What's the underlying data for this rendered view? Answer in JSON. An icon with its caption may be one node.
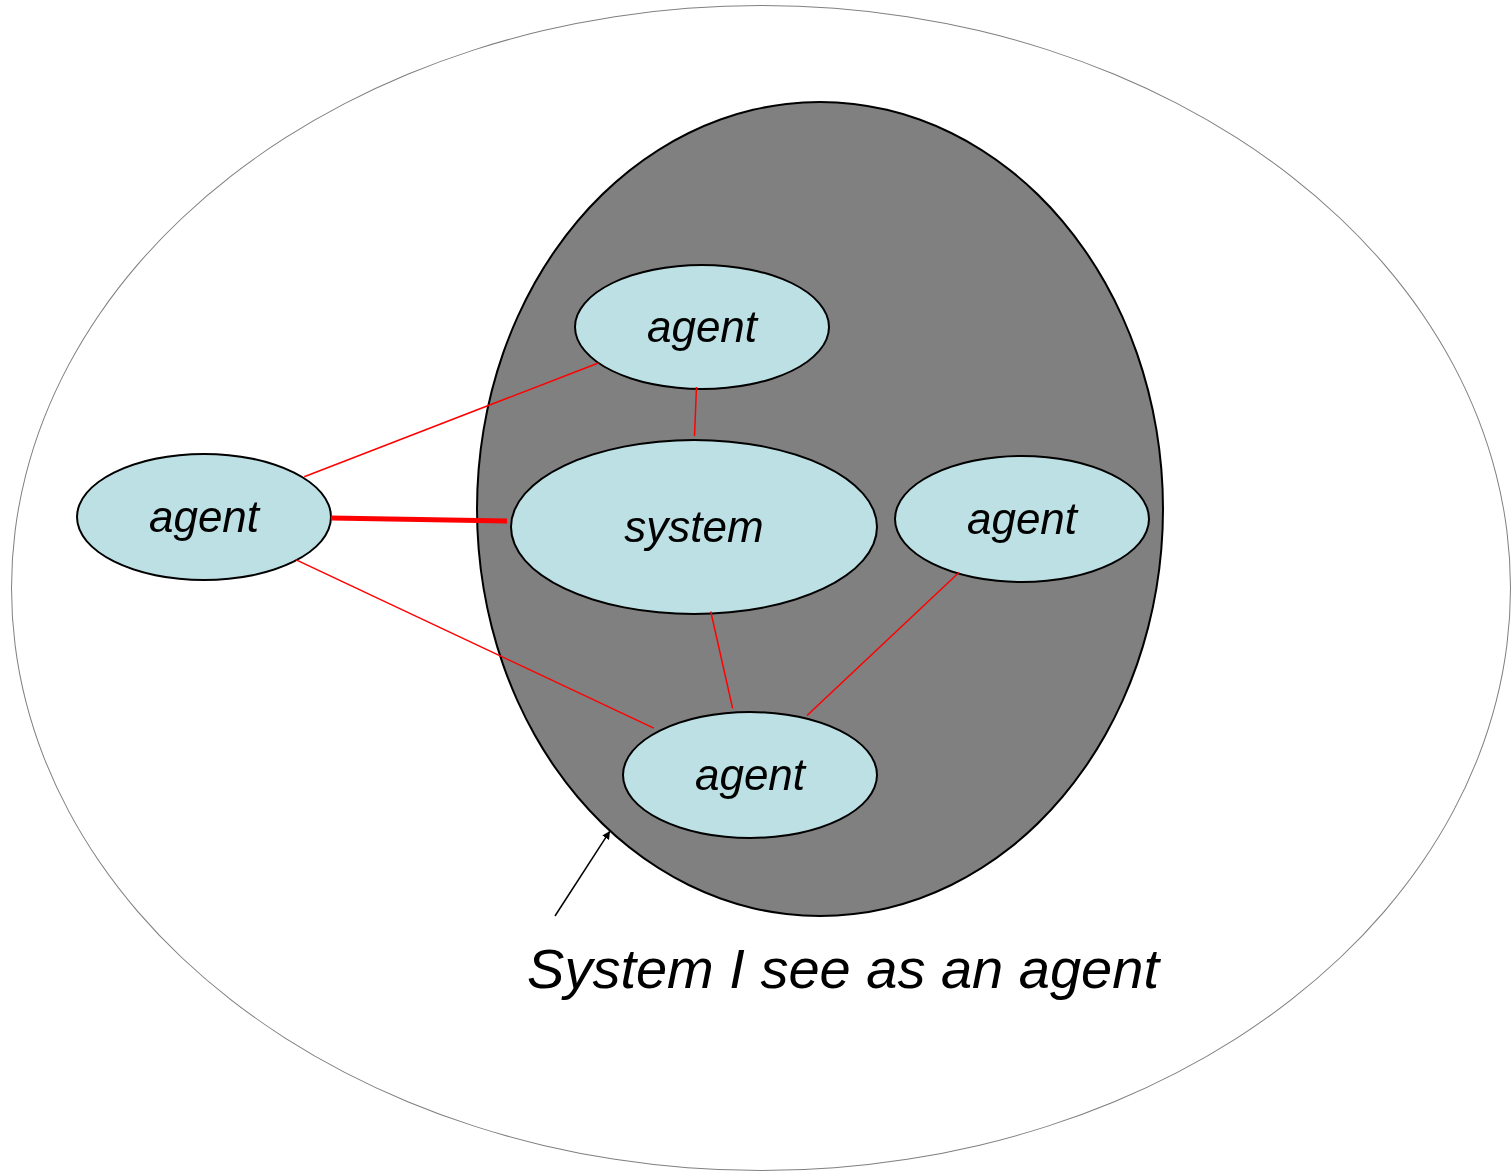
{
  "diagram": {
    "nodes": [
      {
        "text": [],
        "shape": "ellipse"
      },
      {
        "text": [],
        "shape": "ellipse",
        "in": 0
      },
      {
        "text": [
          "agent"
        ],
        "in": 1
      },
      {
        "text": [
          "agent"
        ],
        "in": 0
      },
      {
        "text": [
          "system"
        ],
        "in": 1
      },
      {
        "text": [
          "agent"
        ],
        "in": 1
      },
      {
        "text": [
          "agent"
        ],
        "in": 1
      },
      {
        "text": [
          "System I see as an agent"
        ],
        "in": 0
      }
    ],
    "edges": [
      {
        "from": 3,
        "to": 2,
        "arrow": "none"
      },
      {
        "from": 3,
        "to": 4,
        "arrow": "none",
        "style": "thick"
      },
      {
        "from": 3,
        "to": 6,
        "arrow": "none"
      },
      {
        "from": 2,
        "to": 4,
        "arrow": "none"
      },
      {
        "from": 4,
        "to": 6,
        "arrow": "none"
      },
      {
        "from": 5,
        "to": 6,
        "arrow": "none"
      },
      {
        "from": 7,
        "to": 1,
        "arrow": "to",
        "color": "#000000"
      }
    ]
  }
}
